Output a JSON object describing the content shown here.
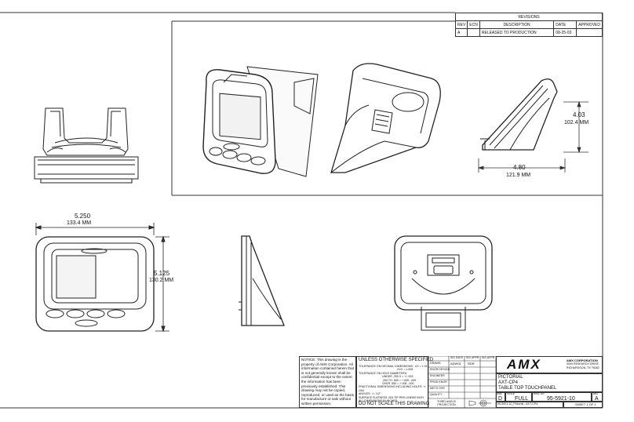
{
  "revisions": {
    "title": "REVISIONS",
    "headers": [
      "REV",
      "ECN",
      "DESCRIPTION",
      "DATE",
      "APPROVED"
    ],
    "rows": [
      [
        "A",
        "",
        "RELEASED TO PRODUCTION",
        "08-25-03",
        ""
      ]
    ]
  },
  "dimensions": {
    "top_width_in": "4.80",
    "top_width_mm": "121.9  MM",
    "top_height_in": "4.03",
    "top_height_mm": "102.4  MM",
    "front_width_in": "5.250",
    "front_width_mm": "133.4  MM",
    "front_height_in": "5.125",
    "front_height_mm": "130.2  MM"
  },
  "notice": "NOTICE:  This drawing is the property of AMX Corporation. All information contained herein that is not generally known shall be confidential except to the extent the information has been previously established. This drawing may not be copied, reproduced, or used as the basis for manufacture or sale without written permission.",
  "tolerance": {
    "title": "UNLESS OTHERWISE SPECIFIED",
    "lines": [
      "TOLERANCE ON DECIMAL DIMENSIONS:  .XX = ±.01",
      ".XXX = ±.005",
      "TOLERANCE ON HOLE DIAMETERS:",
      "UNDER .250 X = +/-.003",
      ".250 TO .500 = +.005 -.000",
      "OVER .500 = +.008 -.000",
      "FRACTIONAL DIMENSIONS INCLUDING HOLES: +/- 1/64",
      "ANGLES: +/- 1/2°",
      "SURFACE FLATNESS .003 TIP PER LINEAR INCH",
      "ALL DIMENSIONS IN INCHES"
    ],
    "footer": "DO NOT SCALE THIS DRAWING"
  },
  "signoff": {
    "headers": [
      "",
      "SIG DATE",
      "SIG APPR",
      "SIG APPR"
    ],
    "rows": [
      [
        "DRAWN",
        "ADW01",
        "RDR",
        ""
      ],
      [
        "ENGR DESIGN",
        "",
        "",
        ""
      ],
      [
        "ENGINEER",
        "",
        "",
        ""
      ],
      [
        "PROD ENGR",
        "",
        "",
        ""
      ],
      [
        "MKTG SVR",
        "",
        "",
        ""
      ],
      [
        "QUALITY",
        "",
        "",
        ""
      ]
    ],
    "projection": "THIRD ANGLE PROJECTION"
  },
  "company": {
    "logo": "AMX",
    "name": "AMX CORPORATION",
    "address1": "3000 RESEARCH DRIVE",
    "address2": "RICHARDSON, TX 75082"
  },
  "title_block": {
    "title1": "PICTORIAL",
    "title2": "AXT-CP4",
    "title3": "TABLE TOP TOUCHPANEL",
    "size_label": "SIZE",
    "size": "D",
    "scale_label": "SCALE",
    "scale": "FULL",
    "dwg_label": "DWG. NO.",
    "dwg_no": "95-5921-10",
    "rev_label": "REV",
    "rev": "A",
    "file": "95-5921-10_Pictorial - AXT-CP4",
    "sheet": "SHEET  1 OF 1"
  }
}
